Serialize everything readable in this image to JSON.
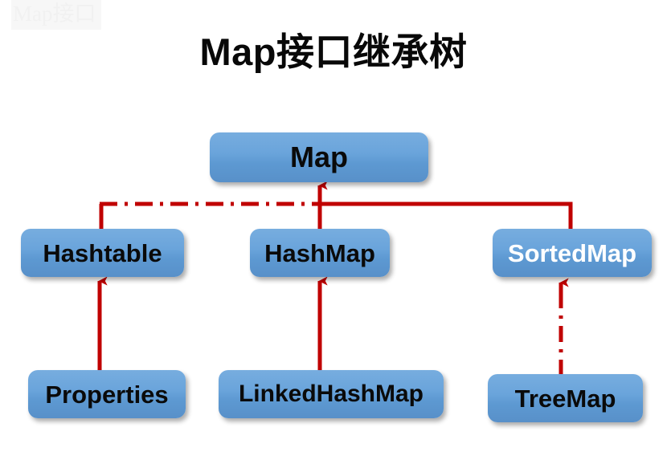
{
  "watermark": {
    "text": "Map接口"
  },
  "title": "Map接口继承树",
  "colors": {
    "node_fill_top": "#77ADDF",
    "node_fill_bottom": "#5890C9",
    "connector_red": "#C00000",
    "title_text": "#080808",
    "label_dark": "#0A0A0A",
    "label_light": "#FFFFFF",
    "background": "#FFFFFF"
  },
  "diagram": {
    "type": "inheritance-tree",
    "nodes": [
      {
        "id": "map",
        "label": "Map",
        "level": 0,
        "text_color": "dark"
      },
      {
        "id": "hashtable",
        "label": "Hashtable",
        "level": 1,
        "text_color": "dark"
      },
      {
        "id": "hashmap",
        "label": "HashMap",
        "level": 1,
        "text_color": "dark"
      },
      {
        "id": "sortedmap",
        "label": "SortedMap",
        "level": 1,
        "text_color": "light"
      },
      {
        "id": "properties",
        "label": "Properties",
        "level": 2,
        "text_color": "dark"
      },
      {
        "id": "linkedhashmap",
        "label": "LinkedHashMap",
        "level": 2,
        "text_color": "dark"
      },
      {
        "id": "treemap",
        "label": "TreeMap",
        "level": 2,
        "text_color": "dark"
      }
    ],
    "edges": [
      {
        "from": "hashtable",
        "to": "map",
        "style": "dash-dot",
        "arrow": true
      },
      {
        "from": "hashmap",
        "to": "map",
        "style": "solid",
        "arrow": true
      },
      {
        "from": "sortedmap",
        "to": "map",
        "style": "solid",
        "arrow": true
      },
      {
        "from": "properties",
        "to": "hashtable",
        "style": "solid",
        "arrow": true
      },
      {
        "from": "linkedhashmap",
        "to": "hashmap",
        "style": "solid",
        "arrow": true
      },
      {
        "from": "treemap",
        "to": "sortedmap",
        "style": "dash-dot",
        "arrow": true
      }
    ]
  },
  "bottom_strip": {
    "text": ""
  }
}
